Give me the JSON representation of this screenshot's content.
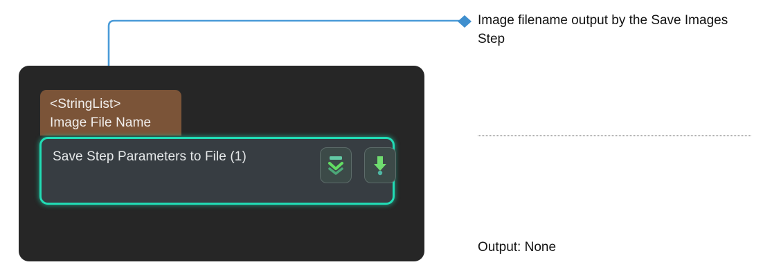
{
  "node": {
    "port": {
      "type_label": "<StringList>",
      "name_label": "Image File Name",
      "color": "#7b5438"
    },
    "step": {
      "title": "Save Step Parameters to File (1)",
      "highlight_color": "#21dcb5",
      "background_color": "#373d42",
      "buttons": [
        {
          "icon": "collapse-all-icon",
          "color": "#6fdd6f"
        },
        {
          "icon": "download-save-icon",
          "color": "#6fdd6f"
        }
      ]
    },
    "panel_color": "#262626"
  },
  "annotation": {
    "marker_color": "#3f8fce",
    "connector_color": "#4a9bd8",
    "callout_text": "Image filename output by the Save Images Step",
    "output_text": "Output: None"
  }
}
